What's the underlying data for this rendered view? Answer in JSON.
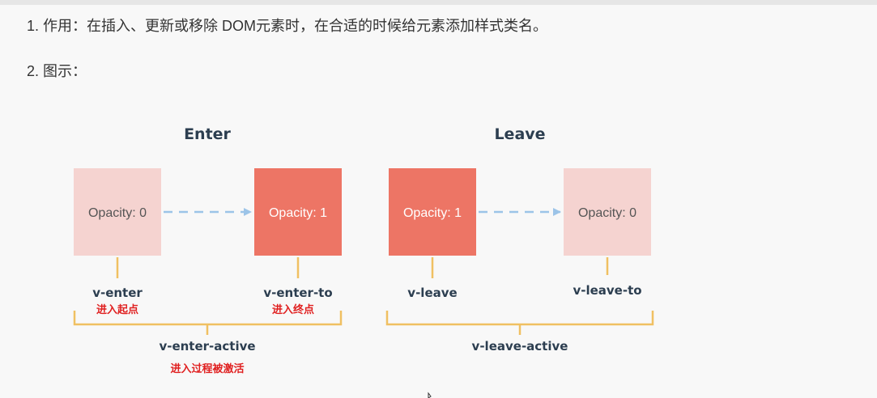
{
  "doc": {
    "line1": "1. 作用：在插入、更新或移除 DOM元素时，在合适的时候给元素添加样式类名。",
    "line2": "2. 图示："
  },
  "diagram": {
    "colors": {
      "light": "#f5d3d0",
      "dark": "#ed7565",
      "connector": "#f0c062",
      "arrow": "#9cc4e8",
      "class_text": "#2c3e50",
      "note_text": "#e02020"
    },
    "enter": {
      "title": "Enter",
      "start_box": "Opacity: 0",
      "end_box": "Opacity: 1",
      "start_class": "v-enter",
      "end_class": "v-enter-to",
      "active_class": "v-enter-active",
      "start_note": "进入起点",
      "end_note": "进入终点",
      "active_note": "进入过程被激活"
    },
    "leave": {
      "title": "Leave",
      "start_box": "Opacity: 1",
      "end_box": "Opacity: 0",
      "start_class": "v-leave",
      "end_class": "v-leave-to",
      "active_class": "v-leave-active"
    }
  }
}
